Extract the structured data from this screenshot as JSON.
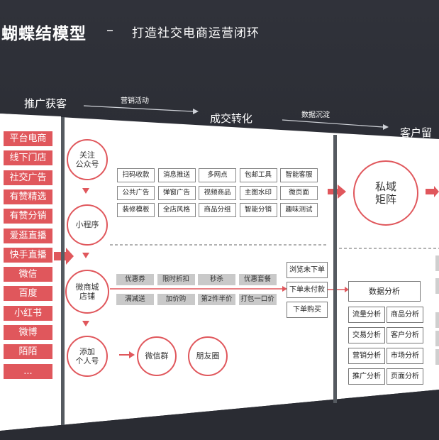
{
  "header": {
    "title": "蝴蝶结模型",
    "dash": "–",
    "subtitle": "打造社交电商运营闭环"
  },
  "stages": {
    "acquire": "推广获客",
    "convert": "成交转化",
    "retain": "客户留存"
  },
  "flow_labels": {
    "marketing": "营销活动",
    "data": "数据沉淀"
  },
  "channels": [
    "平台电商",
    "线下门店",
    "社交广告",
    "有赞精选",
    "有赞分销",
    "爱逛直播",
    "快手直播",
    "微信",
    "百度",
    "小红书",
    "微博",
    "陌陌",
    "..."
  ],
  "journey": {
    "follow": "关注\n公众号",
    "miniapp": "小程序",
    "store": "微商城\n店铺",
    "add": "添加\n个人号",
    "wechat_group": "微信群",
    "moments": "朋友圈"
  },
  "tools": [
    "扫码收款",
    "消息推送",
    "多网点",
    "包邮工具",
    "智能客服",
    "公共广告",
    "弹窗广告",
    "视频商品",
    "主图水印",
    "微页面",
    "装修模板",
    "全店风格",
    "商品分组",
    "智能分销",
    "趣味测试"
  ],
  "promos": [
    "优惠券",
    "限时折扣",
    "秒杀",
    "优惠套餐",
    "满减送",
    "加价购",
    "第2件半价",
    "打包一口价"
  ],
  "orders": [
    "浏览未下单",
    "下单未付款",
    "下单购买"
  ],
  "private": "私域\n矩阵",
  "analysis": {
    "title": "数据分析",
    "items": [
      "流量分析",
      "商品分析",
      "交易分析",
      "客户分析",
      "营销分析",
      "市场分析",
      "推广分析",
      "页面分析"
    ]
  },
  "colors": {
    "accent": "#e0575c",
    "dark_bg": "#2b2d35",
    "panel": "#ffffff"
  }
}
